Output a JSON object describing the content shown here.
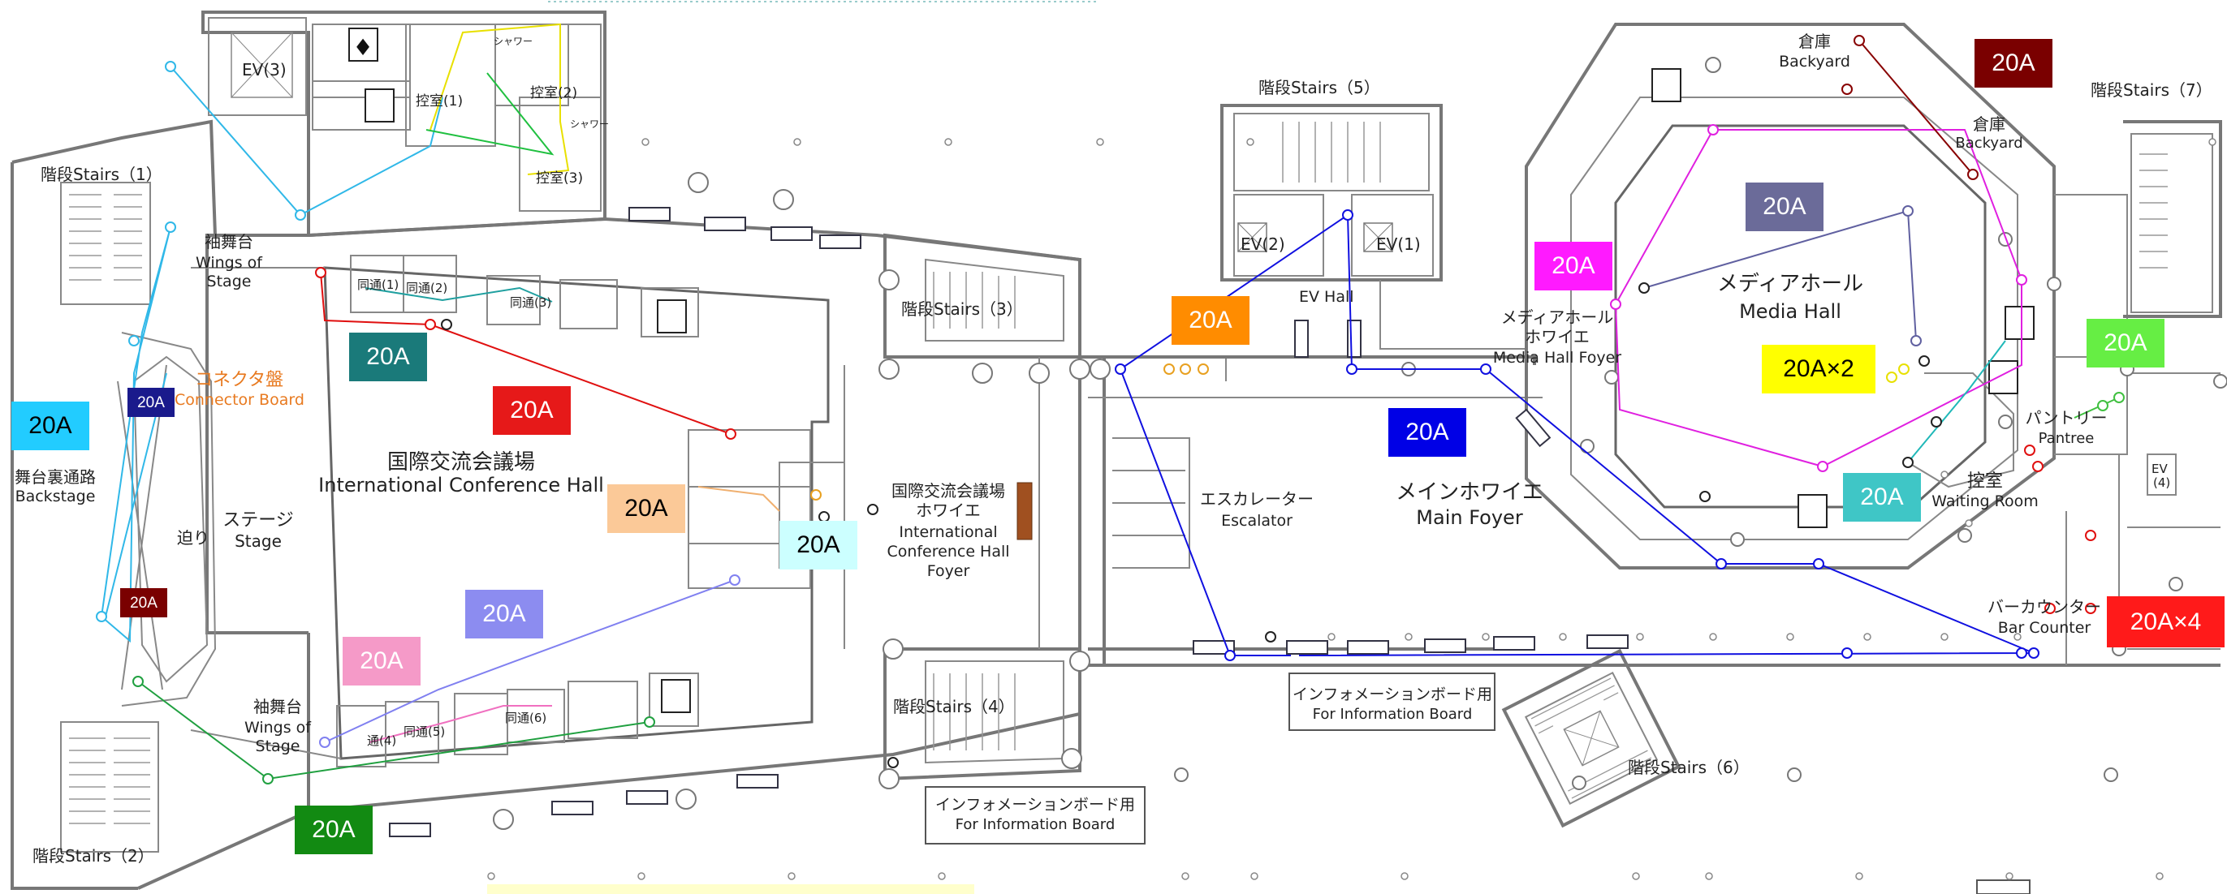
{
  "labels": {
    "stairs1": "階段Stairs（1）",
    "stairs2": "階段Stairs（2）",
    "stairs3": "階段Stairs（3）",
    "stairs4": "階段Stairs（4）",
    "stairs5": "階段Stairs（5）",
    "stairs6": "階段Stairs（6）",
    "stairs7": "階段Stairs（7）",
    "ev3": "EV(3)",
    "ev2": "EV(2)",
    "ev1": "EV(1)",
    "ev4": "EV\n(4)",
    "ev_hall": "EV Hall",
    "wings_top_ja": "袖舞台",
    "wings_top_en1": "Wings of",
    "wings_top_en2": "Stage",
    "wings_bot_ja": "袖舞台",
    "wings_bot_en1": "Wings of",
    "wings_bot_en2": "Stage",
    "connector_ja": "コネクタ盤",
    "connector_en": "Connector Board",
    "backstage_ja": "舞台裏通路",
    "backstage_en": "Backstage",
    "seri": "迫り",
    "stage_ja": "ステージ",
    "stage_en": "Stage",
    "hall_ja": "国際交流会議場",
    "hall_en": "International Conference Hall",
    "foyer_ja1": "国際交流会議場",
    "foyer_ja2": "ホワイエ",
    "foyer_en1": "International",
    "foyer_en2": "Conference Hall",
    "foyer_en3": "Foyer",
    "tsu1": "同通(1)",
    "tsu2": "同通(2)",
    "tsu3": "同通(3)",
    "tsu4": "通(4)",
    "tsu5": "同通(5)",
    "tsu6": "同通(6)",
    "hikae1": "控室(1)",
    "hikae2": "控室(2)",
    "hikae3": "控室(3)",
    "shower1": "シャワー",
    "shower2": "シャワー",
    "escalator_ja": "エスカレーター",
    "escalator_en": "Escalator",
    "main_foyer_ja": "メインホワイエ",
    "main_foyer_en": "Main Foyer",
    "media_ja": "メディアホール",
    "media_en": "Media Hall",
    "media_foyer_ja1": "メディアホール",
    "media_foyer_ja2": "ホワイエ",
    "media_foyer_en": "Media Hall Foyer",
    "backyard1_ja": "倉庫",
    "backyard1_en": "Backyard",
    "backyard2_ja": "倉庫",
    "backyard2_en": "Backyard",
    "pantry_ja": "パントリー",
    "pantry_en": "Pantree",
    "waiting_ja": "控室",
    "waiting_en": "Waiting Room",
    "bar_ja": "バーカウンター",
    "bar_en": "Bar Counter",
    "info1_ja": "インフォメーションボード用",
    "info1_en": "For Information Board",
    "info2_ja": "インフォメーションボード用",
    "info2_en": "For Information Board"
  },
  "power_tags": [
    {
      "id": "t1",
      "text": "20A",
      "bg": "#22ccff",
      "fg": "#000000"
    },
    {
      "id": "t2",
      "text": "20A",
      "bg": "#1a1a8c",
      "fg": "#ffffff"
    },
    {
      "id": "t3",
      "text": "20A",
      "bg": "#7a0000",
      "fg": "#ffffff"
    },
    {
      "id": "t4",
      "text": "20A",
      "bg": "#1a7a7a",
      "fg": "#ffffff"
    },
    {
      "id": "t5",
      "text": "20A",
      "bg": "#e61919",
      "fg": "#ffffff"
    },
    {
      "id": "t6",
      "text": "20A",
      "bg": "#fbc998",
      "fg": "#000000"
    },
    {
      "id": "t7",
      "text": "20A",
      "bg": "#ccffff",
      "fg": "#000000"
    },
    {
      "id": "t8",
      "text": "20A",
      "bg": "#8c8cf0",
      "fg": "#ffffff"
    },
    {
      "id": "t9",
      "text": "20A",
      "bg": "#f59ac8",
      "fg": "#ffffff"
    },
    {
      "id": "t10",
      "text": "20A",
      "bg": "#128a12",
      "fg": "#ffffff"
    },
    {
      "id": "t11",
      "text": "20A",
      "bg": "#ff8c00",
      "fg": "#ffffff"
    },
    {
      "id": "t12",
      "text": "20A",
      "bg": "#0000e6",
      "fg": "#ffffff"
    },
    {
      "id": "t13",
      "text": "20A",
      "bg": "#ff1aff",
      "fg": "#ffffff"
    },
    {
      "id": "t14",
      "text": "20A",
      "bg": "#6b6b99",
      "fg": "#ffffff"
    },
    {
      "id": "t15",
      "text": "20A×2",
      "bg": "#ffff00",
      "fg": "#000000"
    },
    {
      "id": "t16",
      "text": "20A",
      "bg": "#3fc6c6",
      "fg": "#ffffff"
    },
    {
      "id": "t17",
      "text": "20A",
      "bg": "#7a0000",
      "fg": "#ffffff"
    },
    {
      "id": "t18",
      "text": "20A",
      "bg": "#66ee44",
      "fg": "#ffffff"
    },
    {
      "id": "t19",
      "text": "20A×4",
      "bg": "#ff1a1a",
      "fg": "#ffffff"
    }
  ],
  "colors": {
    "wall": "#777777",
    "circuit_blue": "#1010e0",
    "circuit_red": "#e01010",
    "circuit_cyan": "#30b8e8",
    "circuit_magenta": "#e020e0",
    "circuit_green": "#20a040",
    "circuit_darkred": "#880000",
    "circuit_lavender": "#8080f0",
    "circuit_yellow": "#e8e000",
    "circuit_slate": "#6060a0"
  }
}
